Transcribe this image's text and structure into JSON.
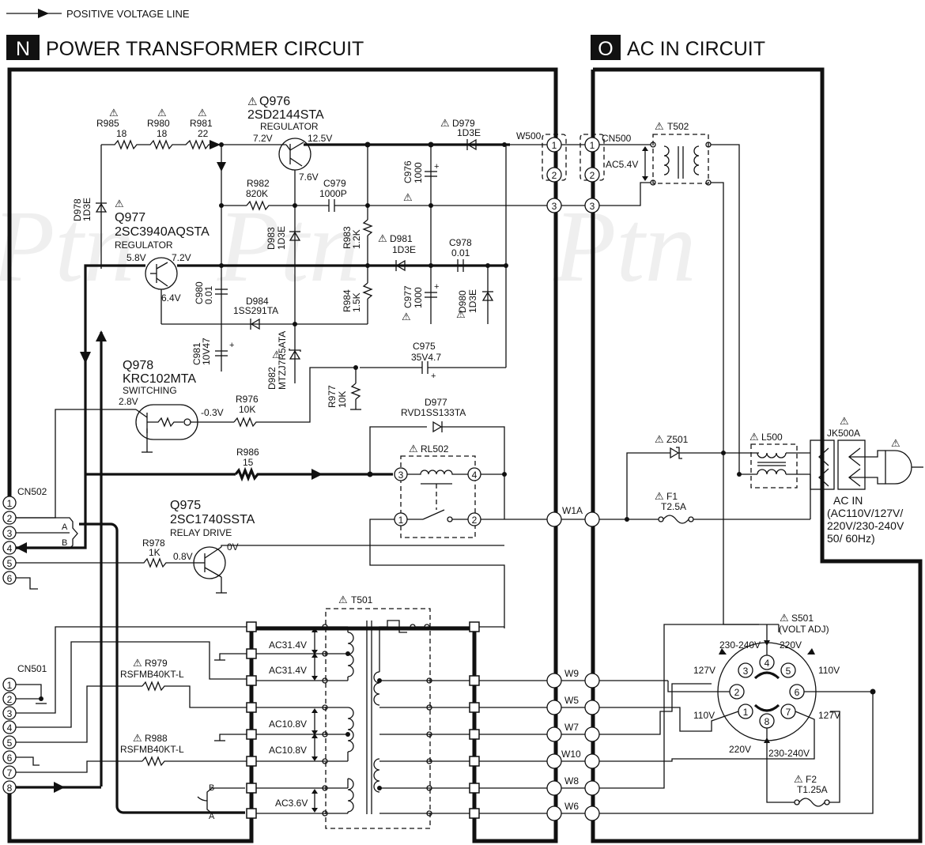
{
  "legend": "POSITIVE VOLTAGE LINE",
  "watermark": "Ptn",
  "sections": {
    "n": {
      "letter": "N",
      "title": "POWER TRANSFORMER CIRCUIT"
    },
    "o": {
      "letter": "O",
      "title": "AC IN CIRCUIT"
    }
  },
  "warn": "⚠",
  "parts": {
    "r985": {
      "ref": "R985",
      "val": "18"
    },
    "r980": {
      "ref": "R980",
      "val": "18"
    },
    "r981": {
      "ref": "R981",
      "val": "22"
    },
    "q976": {
      "ref": "Q976",
      "val": "2SD2144STA",
      "role": "REGULATOR"
    },
    "d979": {
      "ref": "D979",
      "val": "1D3E"
    },
    "d978": {
      "ref": "D978",
      "val": "1D3E"
    },
    "q977": {
      "ref": "Q977",
      "val": "2SC3940AQSTA",
      "role": "REGULATOR"
    },
    "r982": {
      "ref": "R982",
      "val": "820K"
    },
    "c979": {
      "ref": "C979",
      "val": "1000P"
    },
    "c976": {
      "ref": "C976",
      "val": "1000"
    },
    "d983": {
      "ref": "D983",
      "val": "1D3E"
    },
    "r983": {
      "ref": "R983",
      "val": "1.2K"
    },
    "d981": {
      "ref": "D981",
      "val": "1D3E"
    },
    "c978": {
      "ref": "C978",
      "val": "0.01"
    },
    "c980": {
      "ref": "C980",
      "val": "0.01"
    },
    "d984": {
      "ref": "D984",
      "val": "1SS291TA"
    },
    "r984": {
      "ref": "R984",
      "val": "1.5K"
    },
    "c977": {
      "ref": "C977",
      "val": "1000"
    },
    "d980": {
      "ref": "D980",
      "val": "1D3E"
    },
    "c981": {
      "ref": "C981",
      "val": "10V47"
    },
    "d982": {
      "ref": "D982",
      "val": "MTZJ7R5ATA"
    },
    "c975": {
      "ref": "C975",
      "val": "35V4.7"
    },
    "q978": {
      "ref": "Q978",
      "val": "KRC102MTA",
      "role": "SWITCHING"
    },
    "r977": {
      "ref": "R977",
      "val": "10K"
    },
    "r976": {
      "ref": "R976",
      "val": "10K"
    },
    "d977": {
      "ref": "D977",
      "val": "RVD1SS133TA"
    },
    "r986": {
      "ref": "R986",
      "val": "15"
    },
    "rl502": {
      "ref": "RL502"
    },
    "q975": {
      "ref": "Q975",
      "val": "2SC1740SSTA",
      "role": "RELAY DRIVE"
    },
    "r978": {
      "ref": "R978",
      "val": "1K"
    },
    "r979": {
      "ref": "R979",
      "val": "RSFMB40KT-L"
    },
    "r988": {
      "ref": "R988",
      "val": "RSFMB40KT-L"
    },
    "t501": {
      "ref": "T501"
    },
    "t502": {
      "ref": "T502"
    },
    "z501": {
      "ref": "Z501"
    },
    "l500": {
      "ref": "L500"
    },
    "jk500a": {
      "ref": "JK500A"
    },
    "f1": {
      "ref": "F1",
      "val": "T2.5A"
    },
    "f2": {
      "ref": "F2",
      "val": "T1.25A"
    },
    "s501": {
      "ref": "S501",
      "val": "(VOLT ADJ)"
    }
  },
  "voltages": {
    "v72a": "7.2V",
    "v125": "12.5V",
    "v76": "7.6V",
    "v58": "5.8V",
    "v72b": "7.2V",
    "v64": "6.4V",
    "v28": "2.8V",
    "vm03": "-0.3V",
    "v08": "0.8V",
    "v0": "0V",
    "ac54": "AC5.4V",
    "ac314a": "AC31.4V",
    "ac314b": "AC31.4V",
    "ac108a": "AC10.8V",
    "ac108b": "AC10.8V",
    "ac36": "AC3.6V"
  },
  "connectors": {
    "cn502": "CN502",
    "cn501": "CN501",
    "cn500": "CN500",
    "w500": "W500",
    "w1a": "W1A",
    "w9": "W9",
    "w5": "W5",
    "w7": "W7",
    "w10": "W10",
    "w8": "W8",
    "w6": "W6",
    "a": "A",
    "b": "B",
    "p1": "1",
    "p2": "2",
    "p3": "3",
    "p4": "4",
    "p5": "5",
    "p6": "6",
    "p7": "7",
    "p8": "8"
  },
  "ac_in": {
    "label": "AC IN",
    "line1": "(AC110V/127V/",
    "line2": "220V/230-240V",
    "line3": "50/ 60Hz)"
  },
  "switch_labels": {
    "t230a": "230-240V",
    "t220a": "220V",
    "t127a": "127V",
    "t110a": "110V",
    "t110b": "110V",
    "t127b": "127V",
    "t220b": "220V",
    "t230b": "230-240V"
  }
}
